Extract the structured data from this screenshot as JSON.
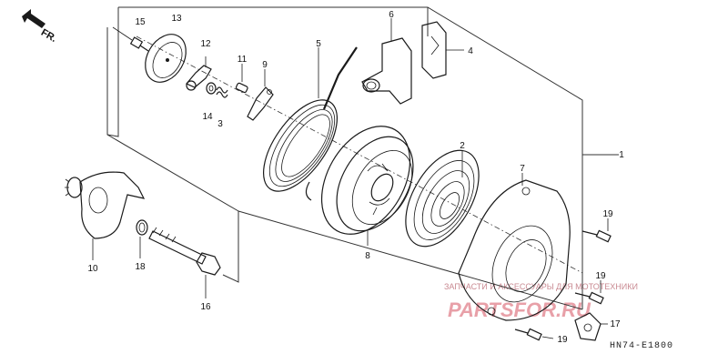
{
  "diagram": {
    "direction_label": "FR.",
    "diagram_code": "HN74-E1800",
    "watermark": {
      "brand": "PARTSFOR.RU",
      "tagline": "ЗАПЧАСТИ И АКСЕССУАРЫ ДЛЯ МОТОТЕХНИКИ",
      "brand_color": "#e8a0a8",
      "tagline_color": "#c98a92"
    },
    "parts": [
      {
        "ref": "1"
      },
      {
        "ref": "2"
      },
      {
        "ref": "3"
      },
      {
        "ref": "4"
      },
      {
        "ref": "5"
      },
      {
        "ref": "6"
      },
      {
        "ref": "7"
      },
      {
        "ref": "8"
      },
      {
        "ref": "9"
      },
      {
        "ref": "10"
      },
      {
        "ref": "11"
      },
      {
        "ref": "12"
      },
      {
        "ref": "13"
      },
      {
        "ref": "14"
      },
      {
        "ref": "15"
      },
      {
        "ref": "16"
      },
      {
        "ref": "17"
      },
      {
        "ref": "18"
      },
      {
        "ref": "19"
      },
      {
        "ref": "19"
      },
      {
        "ref": "19"
      }
    ]
  }
}
